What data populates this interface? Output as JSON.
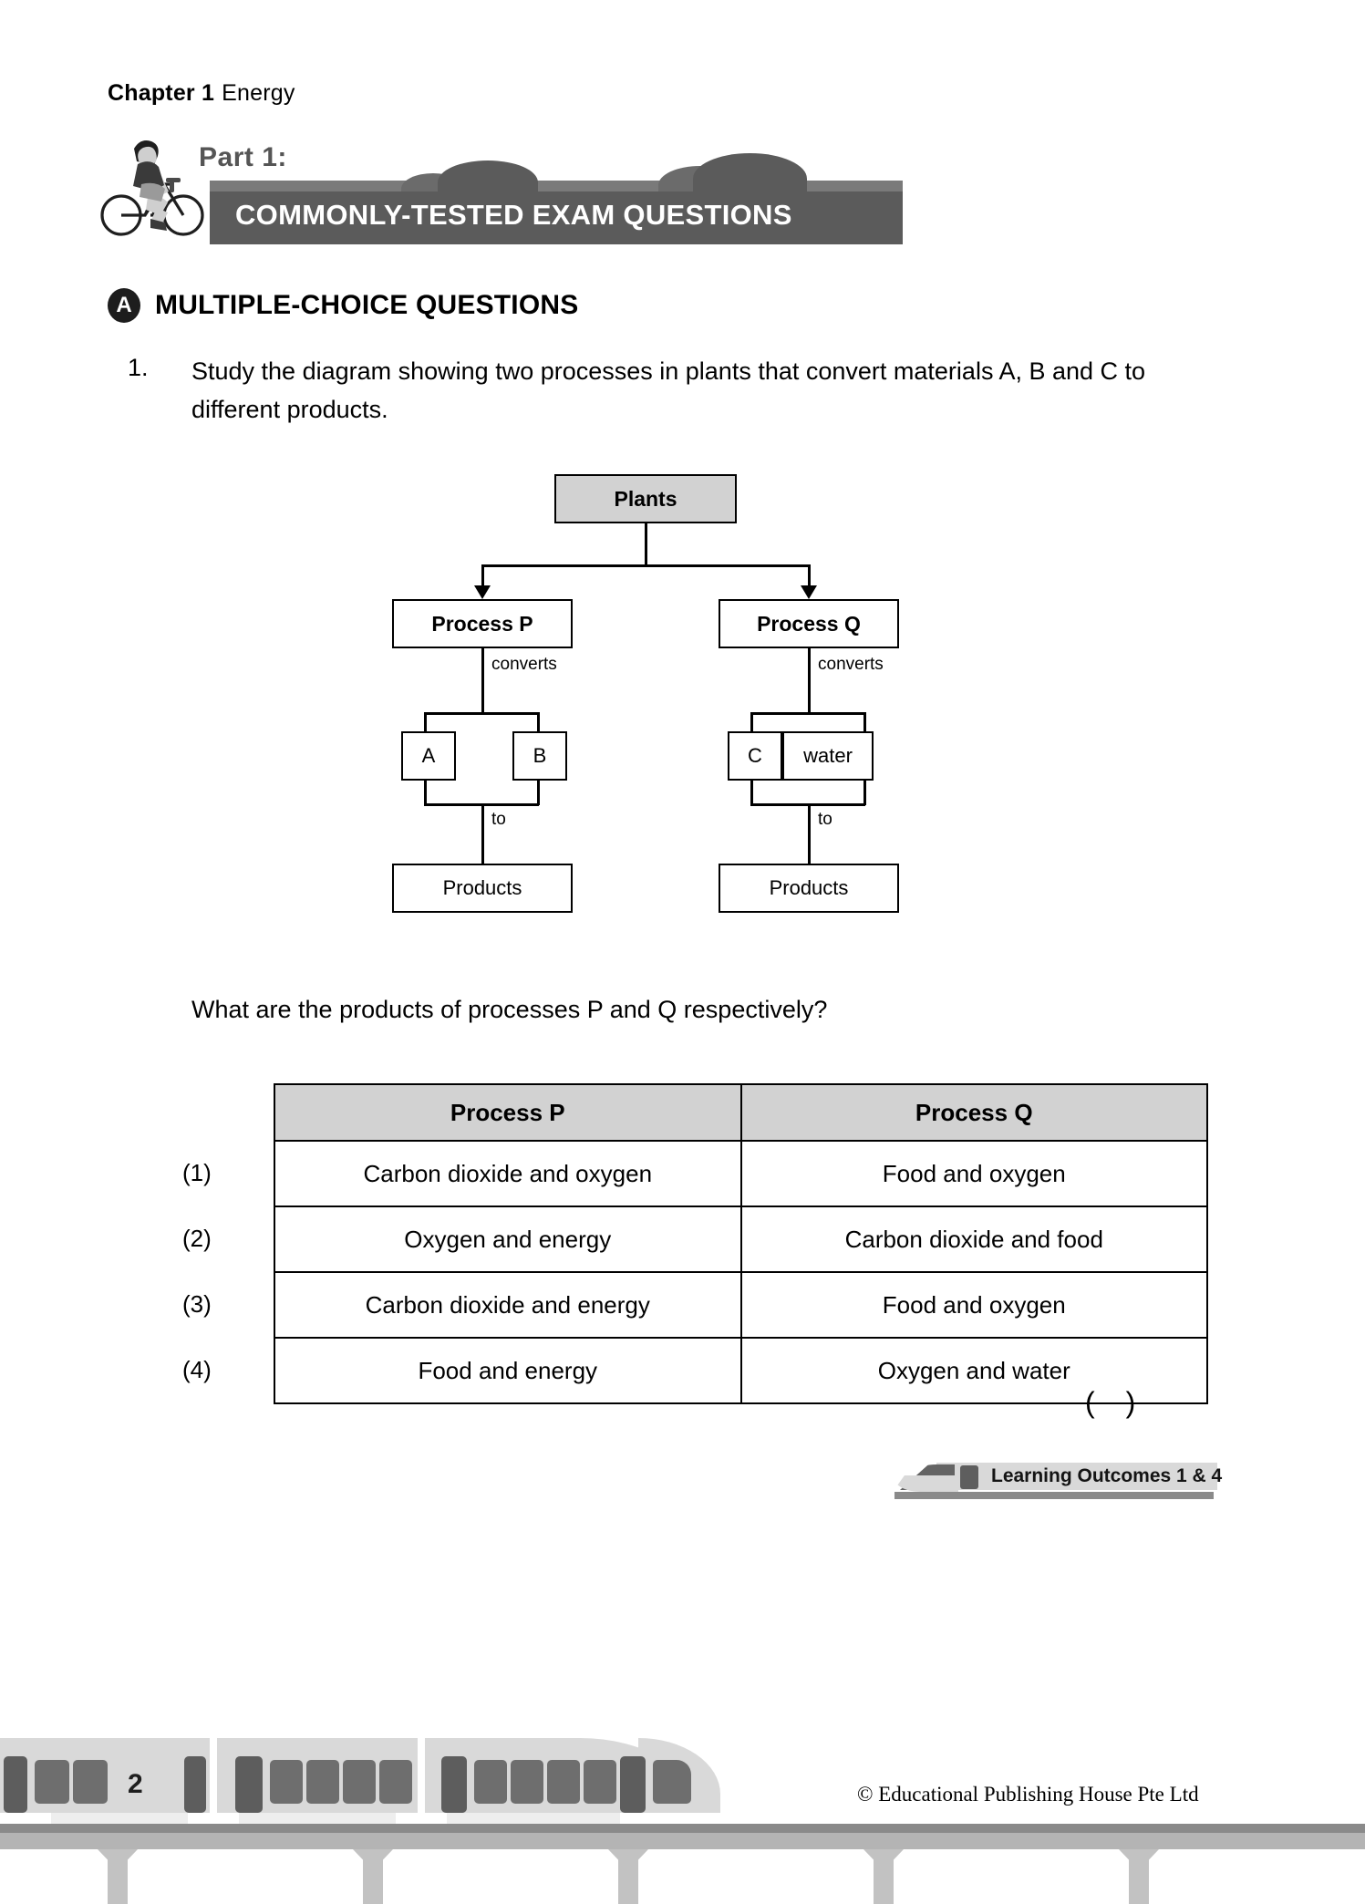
{
  "header": {
    "chapter_label": "Chapter 1",
    "chapter_title": "Energy"
  },
  "banner": {
    "part_label": "Part 1:",
    "title": "COMMONLY-TESTED EXAM QUESTIONS",
    "cyclist_icon": "cyclist-icon"
  },
  "section": {
    "badge": "A",
    "title": "MULTIPLE-CHOICE QUESTIONS"
  },
  "question": {
    "number": "1.",
    "stem": "Study the diagram showing two processes in plants that convert materials A, B and C to different products.",
    "follow_up": "What are the products of processes P and Q respectively?",
    "answer_bracket_open": "(",
    "answer_bracket_close": ")"
  },
  "diagram": {
    "root": "Plants",
    "branches": [
      {
        "process": "Process P",
        "edge_label_1": "converts",
        "inputs": [
          "A",
          "B"
        ],
        "edge_label_2": "to",
        "output": "Products"
      },
      {
        "process": "Process Q",
        "edge_label_1": "converts",
        "inputs": [
          "C",
          "water"
        ],
        "edge_label_2": "to",
        "output": "Products"
      }
    ]
  },
  "options_table": {
    "columns": [
      "Process P",
      "Process Q"
    ],
    "row_labels": [
      "(1)",
      "(2)",
      "(3)",
      "(4)"
    ],
    "rows": [
      [
        "Carbon dioxide and oxygen",
        "Food and oxygen"
      ],
      [
        "Oxygen and energy",
        "Carbon dioxide and food"
      ],
      [
        "Carbon dioxide and energy",
        "Food and oxygen"
      ],
      [
        "Food and energy",
        "Oxygen and water"
      ]
    ]
  },
  "learning_outcomes": {
    "text": "Learning Outcomes 1 & 4",
    "icon": "train-icon"
  },
  "footer": {
    "page_number": "2",
    "copyright": "© Educational Publishing House Pte Ltd",
    "train_icon": "train-icon"
  },
  "colors": {
    "banner_bar": "#5b5b5b",
    "banner_bar_top": "#7a7a7a",
    "table_header_fill": "#d2d2d2",
    "node_fill": "#d2d2d2",
    "badge": "#1d1d1d"
  }
}
